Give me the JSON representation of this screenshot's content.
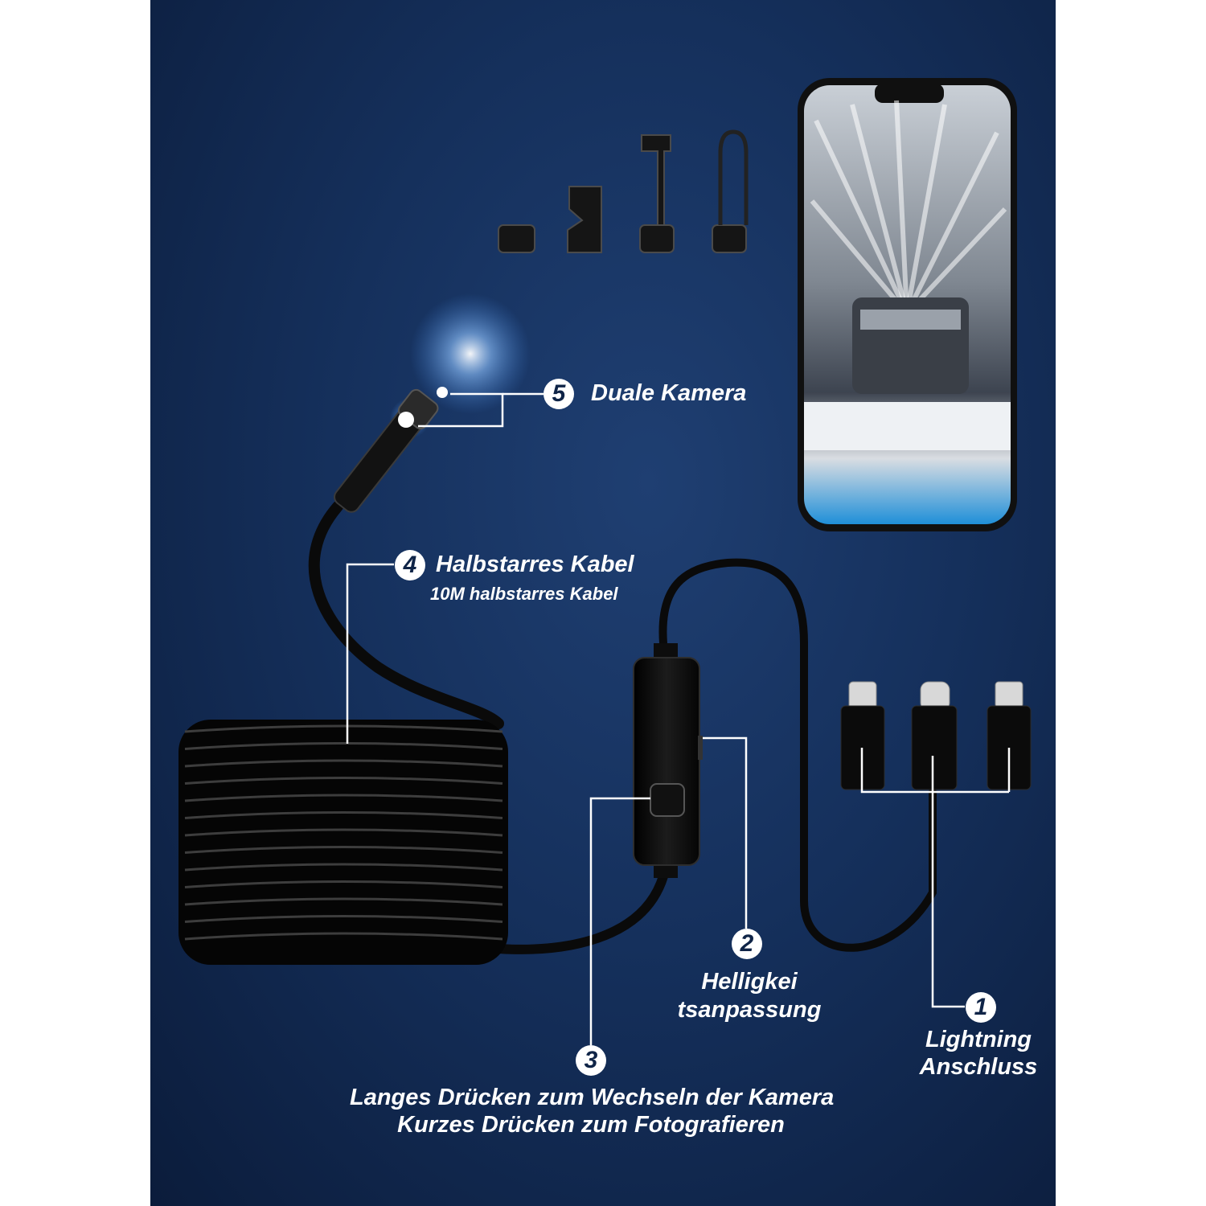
{
  "features": [
    {
      "number": "1",
      "title_lines": [
        "Lightning",
        "Anschluss"
      ]
    },
    {
      "number": "2",
      "title_lines": [
        "Helligkei",
        "tsanpassung"
      ]
    },
    {
      "number": "3",
      "title_lines": [
        "Langes Drücken zum Wechseln der Kamera",
        "Kurzes Drücken zum Fotografieren"
      ]
    },
    {
      "number": "4",
      "title": "Halbstarres Kabel",
      "subtitle": "10M halbstarres Kabel"
    },
    {
      "number": "5",
      "title": "Duale Kamera"
    }
  ],
  "colors": {
    "background": "#15305c",
    "cable": "#0a0a0a",
    "label_text": "#ffffff",
    "callout_line": "#ffffff"
  },
  "icons": [
    "phone-icon",
    "camera-probe-icon",
    "cable-coil-icon",
    "control-box-icon",
    "connector-icon",
    "attachment-icon"
  ]
}
